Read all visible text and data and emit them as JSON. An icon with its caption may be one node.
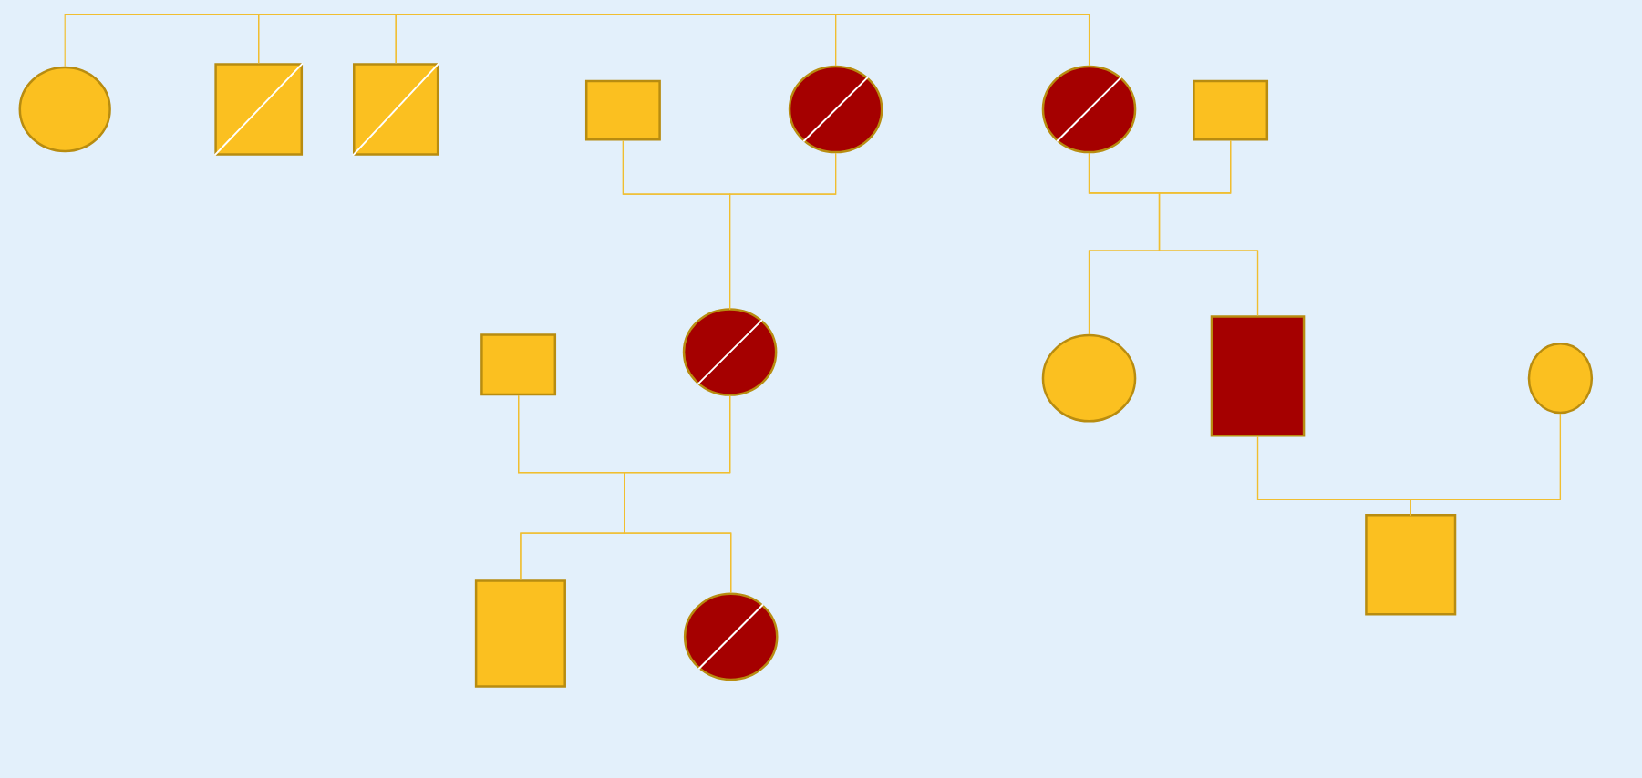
{
  "diagram": {
    "nodes": [
      {
        "text": [],
        "shape": "circle"
      },
      {
        "text": [],
        "shape": "box"
      },
      {
        "text": [],
        "shape": "box"
      },
      {
        "text": [],
        "shape": "box"
      },
      {
        "text": [],
        "shape": "circle"
      },
      {
        "text": [],
        "shape": "circle"
      },
      {
        "text": [],
        "shape": "box"
      },
      {
        "text": [],
        "shape": "box"
      },
      {
        "text": [],
        "shape": "circle"
      },
      {
        "text": [],
        "shape": "circle"
      },
      {
        "text": [],
        "shape": "box"
      },
      {
        "text": [],
        "shape": "circle"
      },
      {
        "text": [],
        "shape": "box"
      },
      {
        "text": [],
        "shape": "circle"
      },
      {
        "text": [],
        "shape": "box"
      }
    ],
    "edges": [
      {
        "from": 0,
        "to": 1,
        "arrow": "none"
      },
      {
        "from": 1,
        "to": 2,
        "arrow": "none"
      },
      {
        "from": 2,
        "to": 4,
        "arrow": "none"
      },
      {
        "from": 4,
        "to": 5,
        "arrow": "none"
      },
      {
        "from": 3,
        "to": 4,
        "arrow": "none"
      },
      {
        "from": 3,
        "to": 8,
        "arrow": "none"
      },
      {
        "from": 4,
        "to": 8,
        "arrow": "none"
      },
      {
        "from": 5,
        "to": 6,
        "arrow": "none"
      },
      {
        "from": 5,
        "to": 9,
        "arrow": "none"
      },
      {
        "from": 5,
        "to": 10,
        "arrow": "none"
      },
      {
        "from": 6,
        "to": 9,
        "arrow": "none"
      },
      {
        "from": 6,
        "to": 10,
        "arrow": "none"
      },
      {
        "from": 7,
        "to": 8,
        "arrow": "none"
      },
      {
        "from": 7,
        "to": 12,
        "arrow": "none"
      },
      {
        "from": 7,
        "to": 13,
        "arrow": "none"
      },
      {
        "from": 8,
        "to": 12,
        "arrow": "none"
      },
      {
        "from": 8,
        "to": 13,
        "arrow": "none"
      },
      {
        "from": 10,
        "to": 11,
        "arrow": "none"
      },
      {
        "from": 10,
        "to": 14,
        "arrow": "none"
      },
      {
        "from": 11,
        "to": 14,
        "arrow": "none"
      }
    ]
  }
}
